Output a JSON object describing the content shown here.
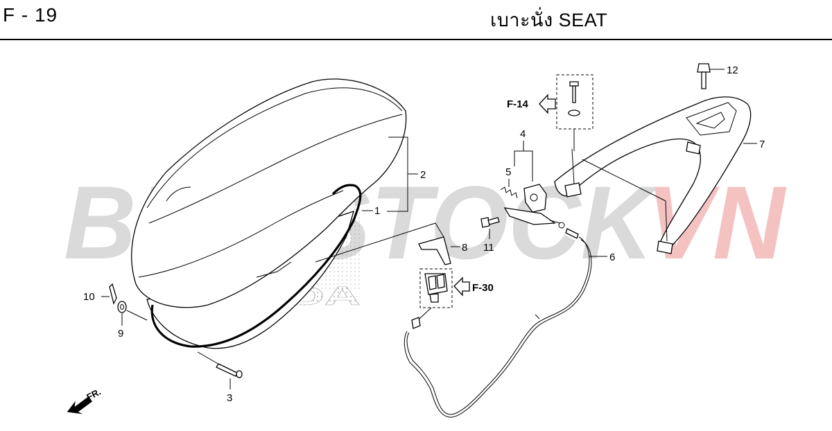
{
  "header": {
    "figure_code": "F - 19",
    "title": "เบาะนั่ง  SEAT"
  },
  "watermark": {
    "text_gray": "BIKESTOCK",
    "text_red": "VN",
    "color_gray": "#d6d6d6",
    "color_red": "#f4bcbc"
  },
  "logo": {
    "text": "HONDA"
  },
  "callouts": {
    "p1": "1",
    "p2": "2",
    "p3": "3",
    "p4": "4",
    "p5": "5",
    "p6": "6",
    "p7": "7",
    "p8": "8",
    "p9": "9",
    "p10": "10",
    "p11": "11",
    "p12": "12"
  },
  "references": {
    "f14": "F-14",
    "f30": "F-30"
  },
  "direction": {
    "label": "FR."
  }
}
